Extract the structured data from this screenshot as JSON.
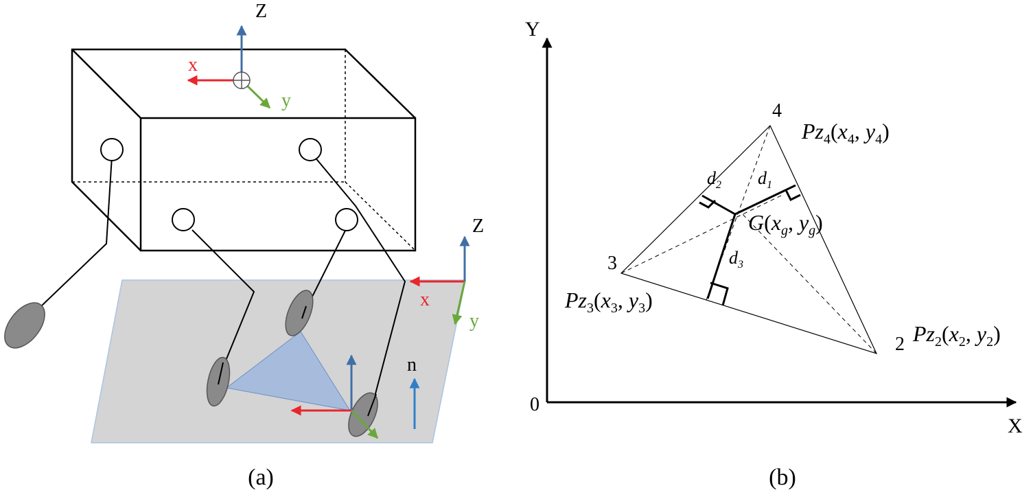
{
  "panel_a": {
    "caption": "(a)",
    "body_frame": {
      "z": "Z",
      "x": "x",
      "y": "y"
    },
    "ground_frame": {
      "z": "Z",
      "x": "x",
      "y": "y"
    },
    "normal": "n"
  },
  "panel_b": {
    "caption": "(b)",
    "axes": {
      "y": "Y",
      "x": "X",
      "origin": "0"
    },
    "vertices": [
      {
        "num": "4",
        "P": "Pz",
        "sub": "4",
        "x": "x",
        "xs": "4",
        "y": "y",
        "ys": "4"
      },
      {
        "num": "3",
        "P": "Pz",
        "sub": "3",
        "x": "x",
        "xs": "3",
        "y": "y",
        "ys": "3"
      },
      {
        "num": "2",
        "P": "Pz",
        "sub": "2",
        "x": "x",
        "xs": "2",
        "y": "y",
        "ys": "2"
      }
    ],
    "centroid": {
      "G": "G",
      "x": "x",
      "xs": "g",
      "y": "y",
      "ys": "g"
    },
    "distances": [
      {
        "d": "d",
        "sub": "1"
      },
      {
        "d": "d",
        "sub": "2"
      },
      {
        "d": "d",
        "sub": "3"
      }
    ]
  },
  "colors": {
    "x_axis": "#e8262b",
    "y_axis": "#6aa83b",
    "z_axis": "#3f6fa5",
    "normal": "#2f7fc8",
    "ground": "#d4d4d4",
    "support_triangle": "#9fb7dd",
    "foot": "#8a8a8a"
  }
}
